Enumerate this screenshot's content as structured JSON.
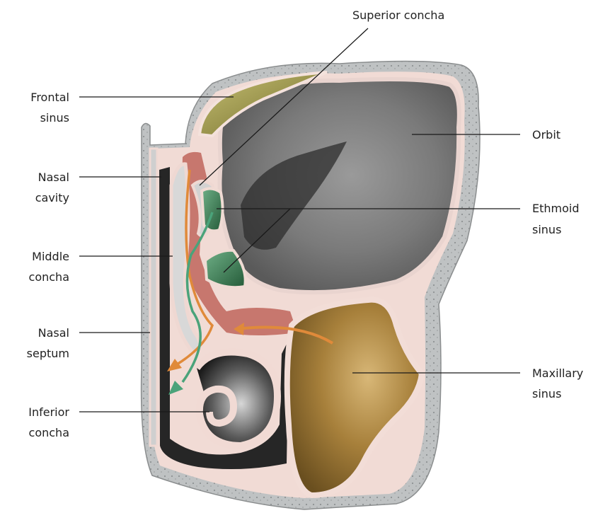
{
  "labels": {
    "superior_concha": "Superior concha",
    "frontal_sinus": [
      "Frontal",
      "sinus"
    ],
    "orbit": "Orbit",
    "nasal_cavity": [
      "Nasal",
      "cavity"
    ],
    "ethmoid_sinus": [
      "Ethmoid",
      "sinus"
    ],
    "middle_concha": [
      "Middle",
      "concha"
    ],
    "nasal_septum": [
      "Nasal",
      "septum"
    ],
    "maxillary_sinus": [
      "Maxillary",
      "sinus"
    ],
    "inferior_concha": [
      "Inferior",
      "concha"
    ]
  },
  "colors": {
    "bone": "#b9bcbd",
    "mucosa": "#f1d9d3",
    "orbit": "#7d7d7d",
    "cavity": "#2a2a2a",
    "frontal_sinus": "#8f8a3c",
    "ethmoid_sinus": "#3f7a52",
    "maxillary_sinus": "#8a6a2e",
    "red_zone": "#b4473d",
    "arrow_orange": "#e08a3a",
    "arrow_green": "#4aa37a"
  }
}
